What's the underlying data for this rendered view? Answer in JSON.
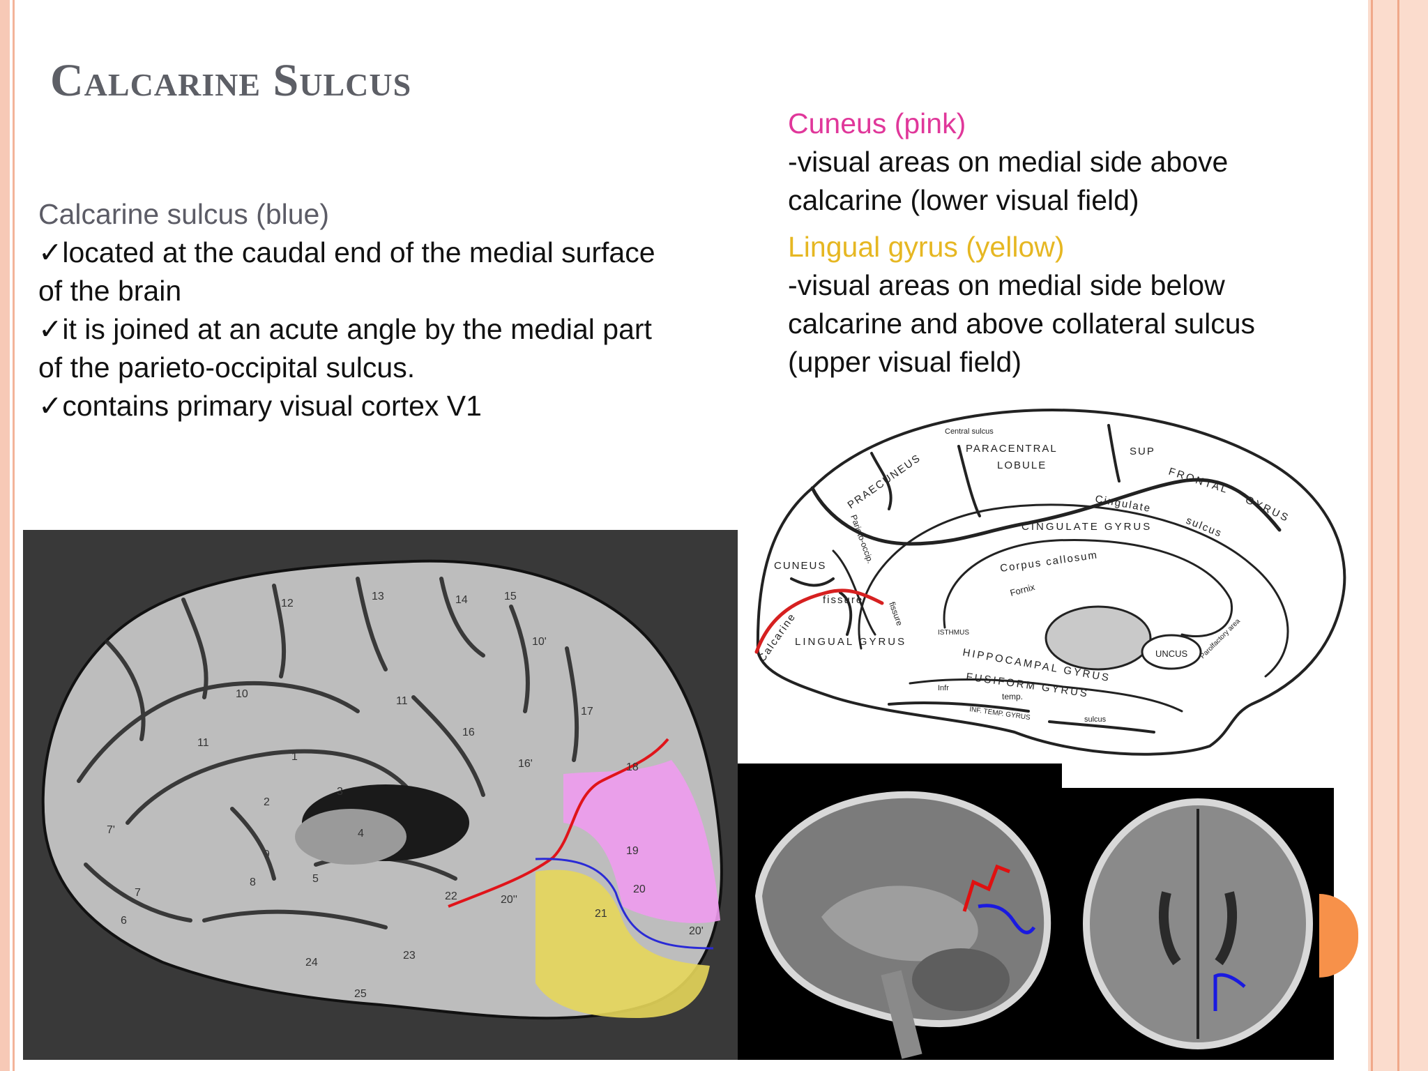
{
  "slide": {
    "title": "Calcarine Sulcus",
    "left": {
      "lead": "Calcarine sulcus (blue)",
      "lines": [
        "✓located at the caudal  end of the medial  surface",
        "of the brain",
        "✓it is joined at an acute angle by the medial part",
        "of the parieto-occipital sulcus.",
        "✓contains primary visual cortex V1"
      ]
    },
    "right": {
      "cuneus_heading": "Cuneus (pink)",
      "cuneus_lines": [
        "-visual areas on medial side above",
        "calcarine (lower visual field)"
      ],
      "lingual_heading": "Lingual gyrus (yellow)",
      "lingual_lines": [
        "-visual areas on medial side below",
        "calcarine and above collateral sulcus",
        "(upper visual field)"
      ]
    },
    "diagram_labels": {
      "central_sulcus": "Central sulcus",
      "paracentral": "PARACENTRAL",
      "lobule": "LOBULE",
      "sup": "SUP",
      "frontal": "FRONTAL",
      "gyrus_frontal": "GYRUS",
      "praecuneus": "PRAECUNEUS",
      "cingulate_sulcus": "Cingulate",
      "sulcus": "sulcus",
      "cingulate_gyrus": "CINGULATE GYRUS",
      "corpus_callosum": "Corpus callosum",
      "fornix": "Fornix",
      "cuneus": "CUNEUS",
      "parieto_occip": "Parieto-occip.",
      "fissure_vertical": "fissure",
      "fissure": "fissure",
      "calcarine": "Calcarine",
      "lingual_gyrus": "LINGUAL GYRUS",
      "isthmus": "ISTHMUS",
      "hippocampal_gyrus": "HIPPOCAMPAL GYRUS",
      "uncus": "UNCUS",
      "parolfactory": "Parolfactory area",
      "fusiform_gyrus": "FUSIFORM GYRUS",
      "infr": "Infr",
      "temp": "temp.",
      "inf_temp_gyrus": "INF. TEMP. GYRUS",
      "sulcus_bottom": "sulcus"
    },
    "photo_numbers": [
      "12",
      "13",
      "14",
      "15",
      "10'",
      "10",
      "11",
      "11",
      "16",
      "17",
      "18",
      "16'",
      "1",
      "2",
      "3",
      "4",
      "7'",
      "9",
      "8",
      "5",
      "6",
      "7",
      "19",
      "20",
      "20'",
      "21",
      "22",
      "23",
      "24",
      "25",
      "20''"
    ],
    "colors": {
      "cuneus": "#e0379a",
      "lingual": "#e6b722",
      "title": "#5d5f66",
      "accent": "#f7914a"
    }
  }
}
